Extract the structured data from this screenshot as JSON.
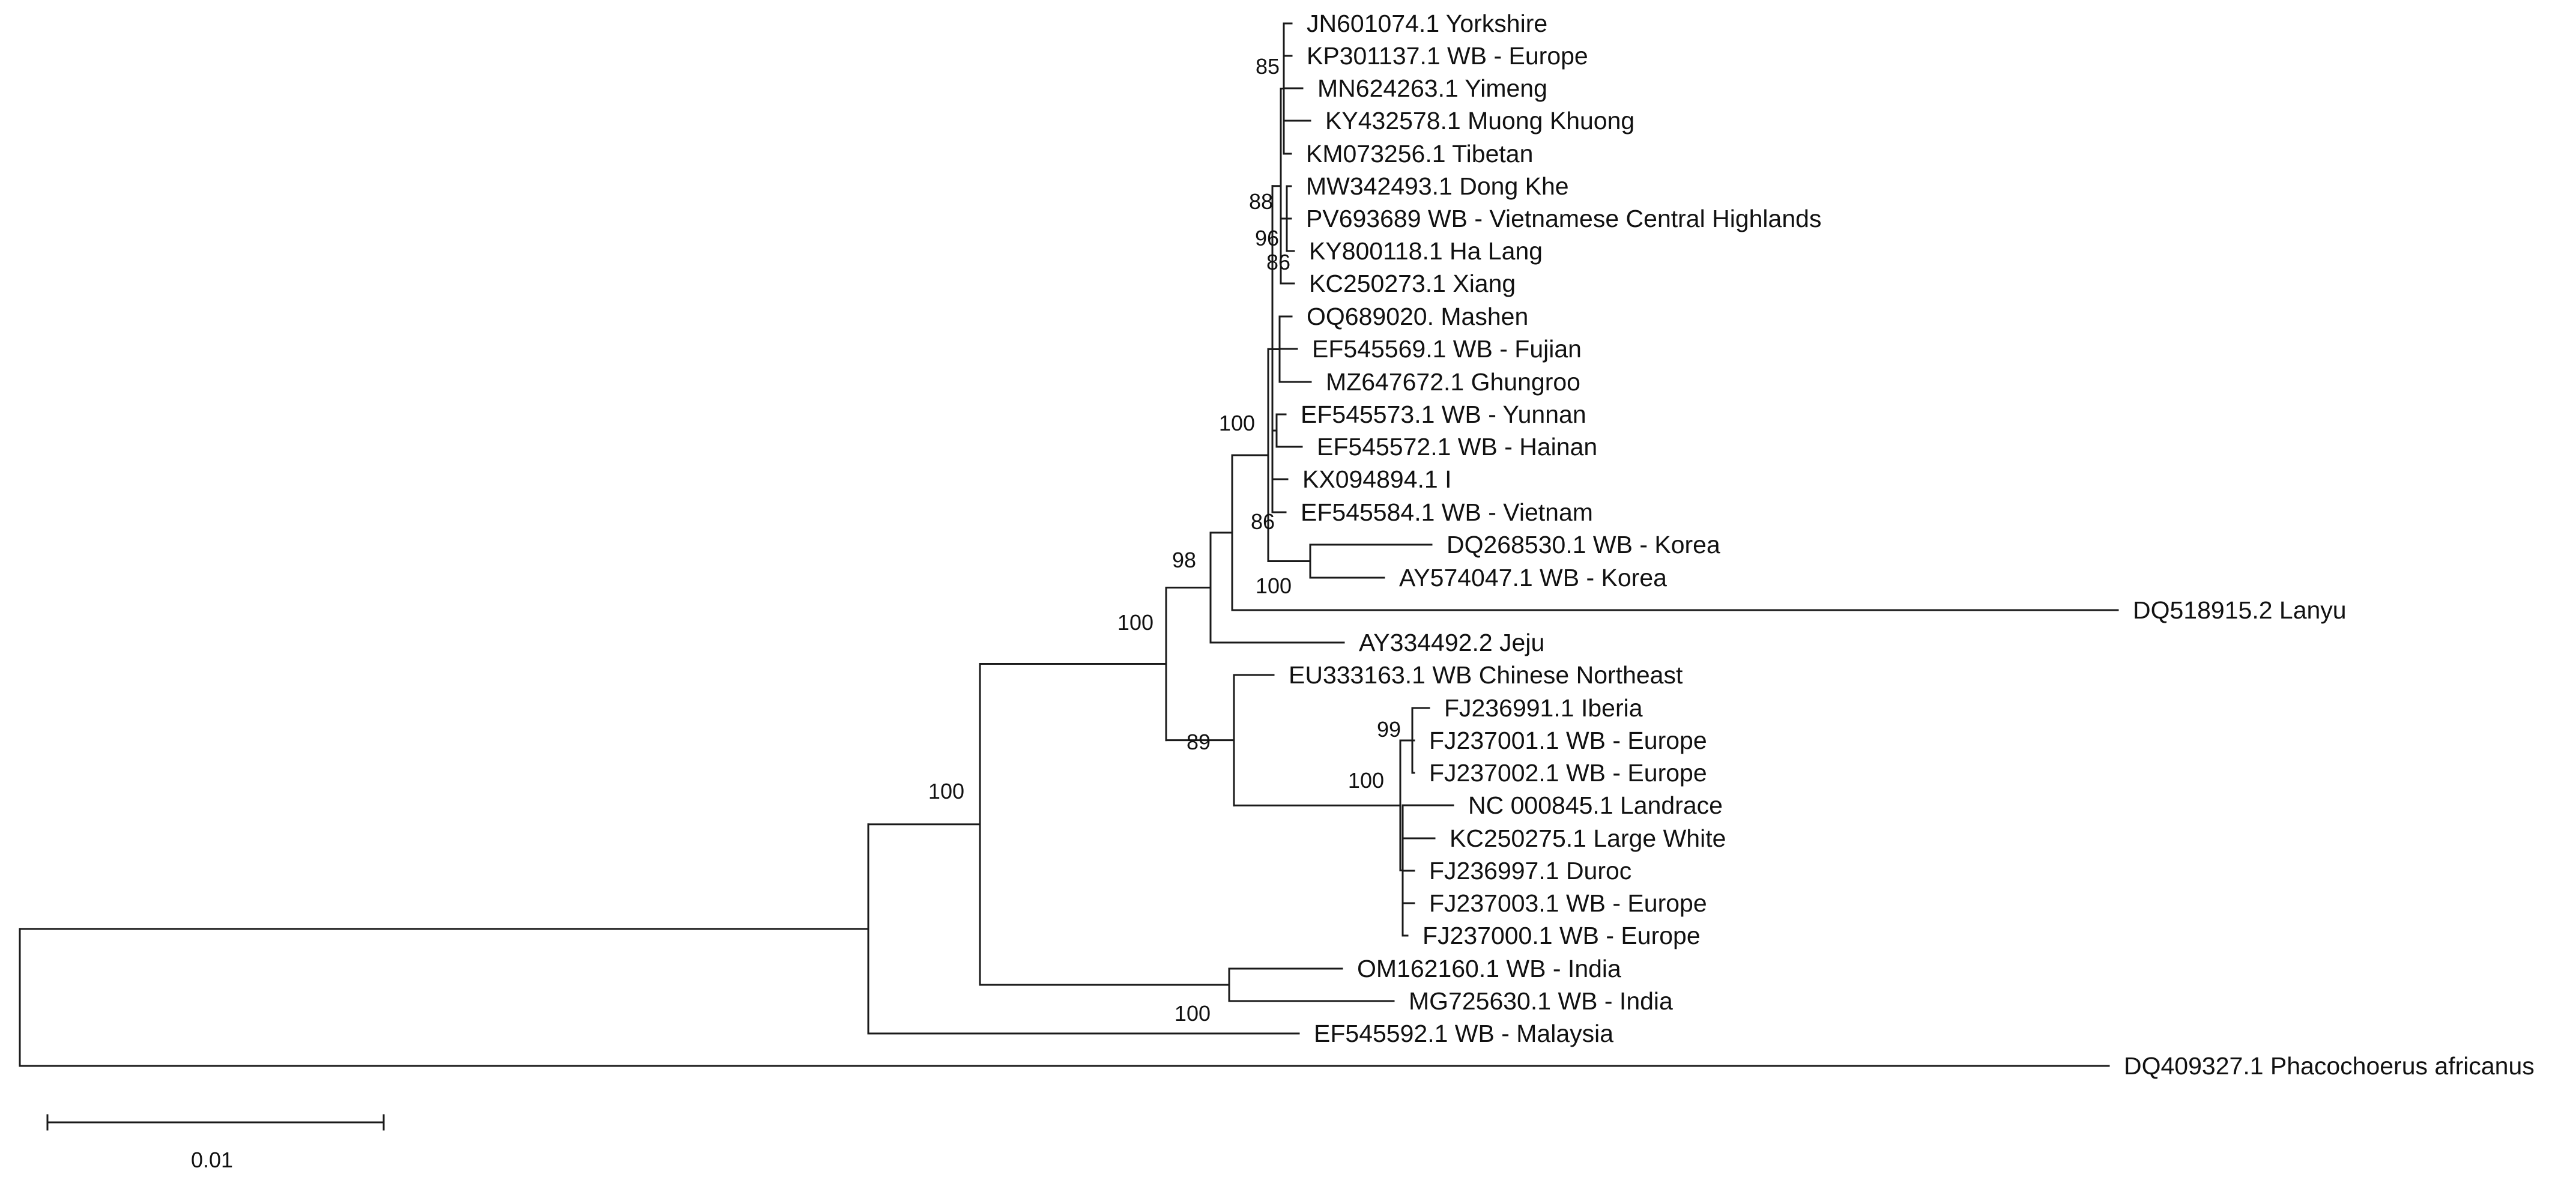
{
  "figure": {
    "type": "phylogenetic-tree",
    "line_color": "#1a1a1a",
    "text_color": "#111111",
    "background": "#ffffff"
  },
  "taxa": [
    "JN601074.1 Yorkshire",
    "KP301137.1 WB - Europe",
    "MN624263.1 Yimeng",
    "KY432578.1 Muong Khuong",
    "KM073256.1 Tibetan",
    "MW342493.1 Dong Khe",
    "PV693689 WB - Vietnamese Central Highlands",
    "KY800118.1 Ha Lang",
    "KC250273.1 Xiang",
    "OQ689020. Mashen",
    "EF545569.1 WB - Fujian",
    "MZ647672.1 Ghungroo",
    "EF545573.1 WB - Yunnan",
    "EF545572.1 WB - Hainan",
    "KX094894.1 I",
    "EF545584.1 WB - Vietnam",
    "DQ268530.1 WB - Korea",
    "AY574047.1 WB - Korea",
    "DQ518915.2 Lanyu",
    "AY334492.2 Jeju",
    "EU333163.1 WB Chinese Northeast",
    "FJ236991.1 Iberia",
    "FJ237001.1 WB - Europe",
    "FJ237002.1 WB - Europe",
    "NC 000845.1 Landrace",
    "KC250275.1 Large White",
    "FJ236997.1 Duroc",
    "FJ237003.1 WB - Europe",
    "FJ237000.1 WB - Europe",
    "OM162160.1 WB - India",
    "MG725630.1 WB - India",
    "EF545592.1 WB - Malaysia",
    "DQ409327.1 Phacochoerus africanus"
  ],
  "bootstrap_values": [
    "85",
    "88",
    "96",
    "86",
    "100",
    "86",
    "100",
    "98",
    "100",
    "100",
    "89",
    "99",
    "100",
    "100"
  ],
  "scale_bar": {
    "label": "0.01",
    "value": 0.01
  }
}
